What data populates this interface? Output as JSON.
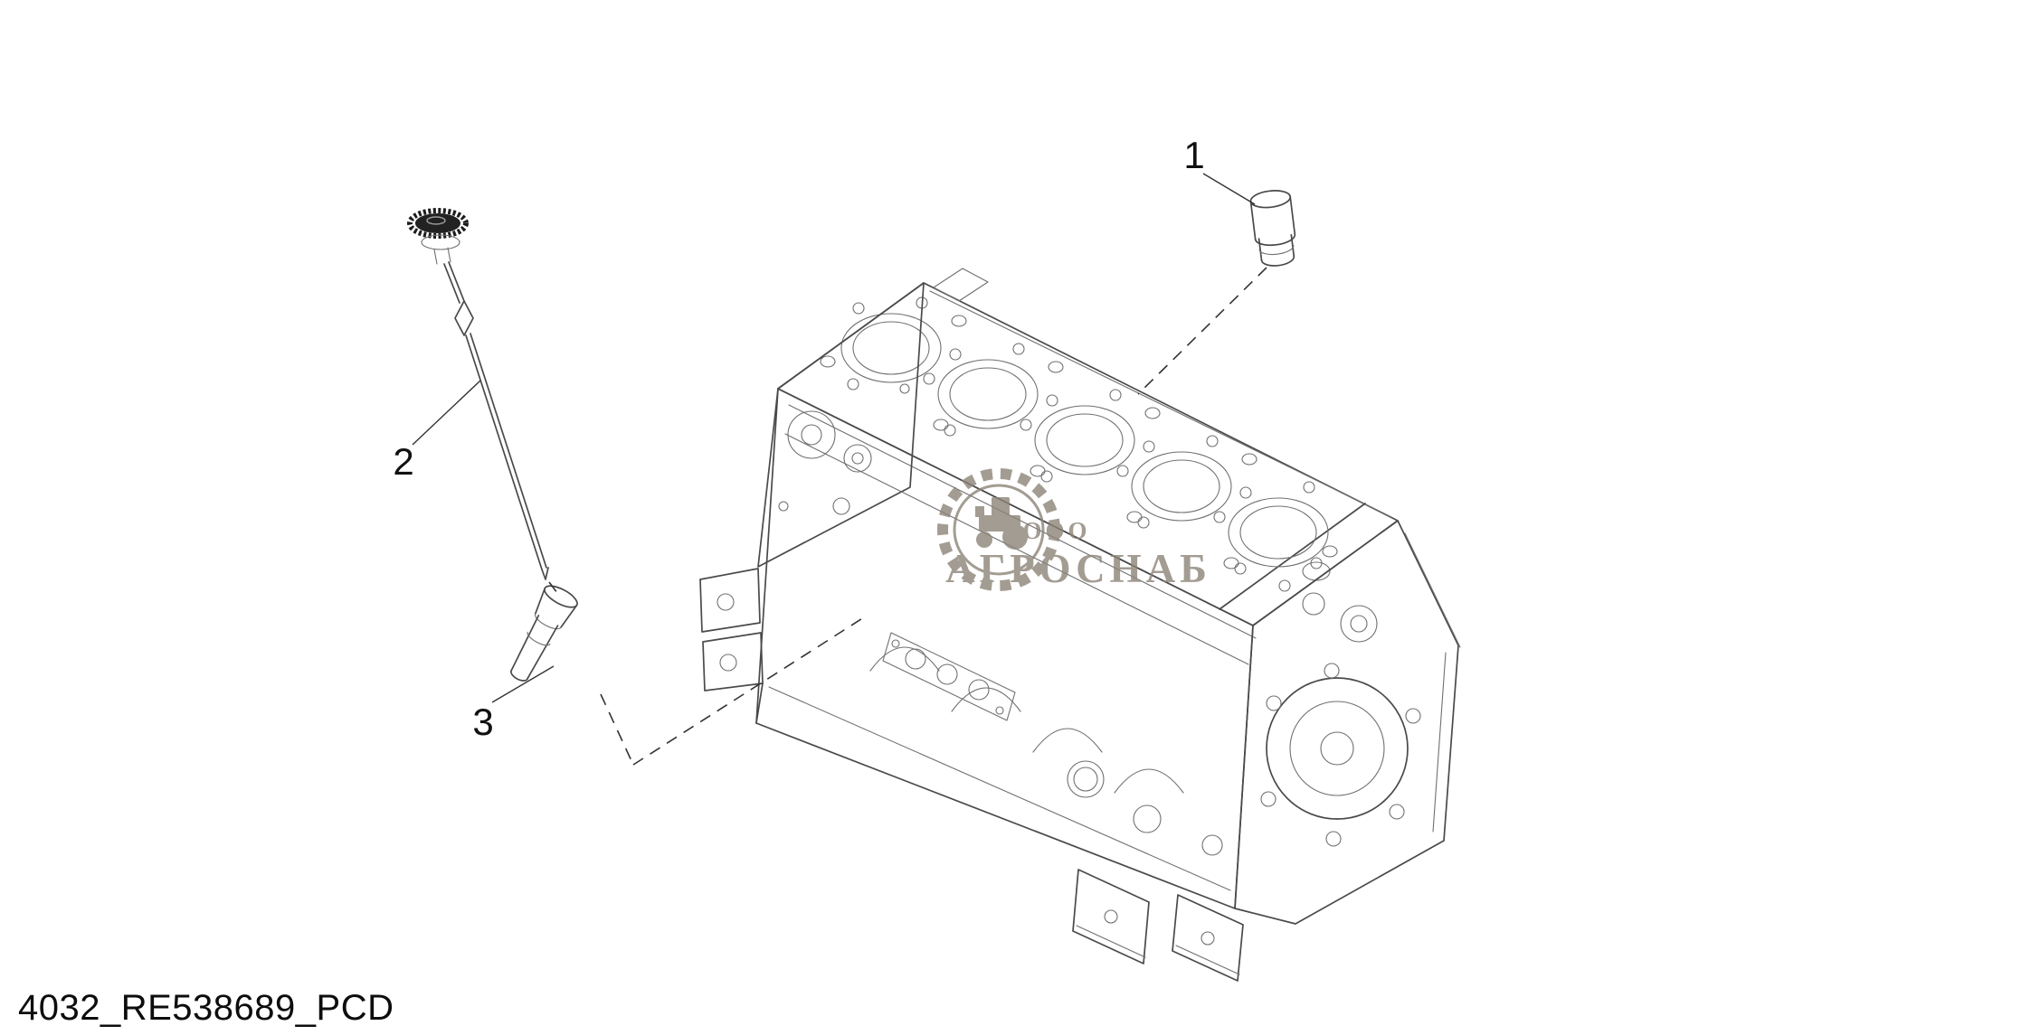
{
  "page": {
    "background": "#ffffff",
    "footer_label": "4032_RE538689_PCD"
  },
  "diagram": {
    "callouts": {
      "c1": "1",
      "c2": "2",
      "c3": "3"
    },
    "watermark": {
      "company_prefix": "ООО",
      "company_name": "АГРОСНАБ",
      "color": "#8d8478"
    },
    "colors": {
      "line": "#4a4a4a",
      "detail": "#707070",
      "leader": "#333333",
      "text": "#111111"
    }
  }
}
